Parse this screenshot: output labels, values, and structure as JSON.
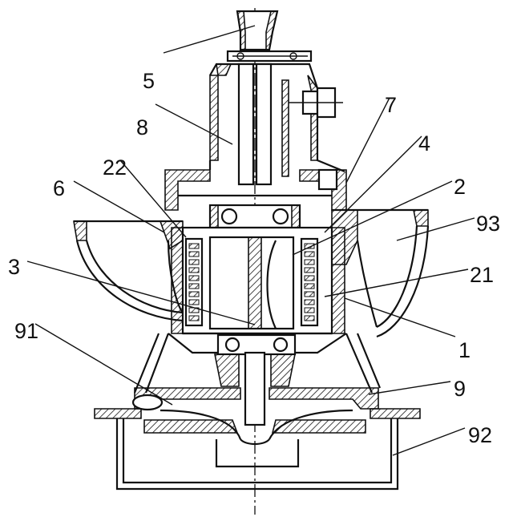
{
  "labels": [
    {
      "text": "5",
      "leader_to": [
        318,
        32
      ]
    },
    {
      "text": "8",
      "leader_to": [
        290,
        180
      ]
    },
    {
      "text": "7",
      "leader_to": [
        432,
        228
      ]
    },
    {
      "text": "4",
      "leader_to": [
        405,
        290
      ]
    },
    {
      "text": "22",
      "leader_to": [
        232,
        296
      ]
    },
    {
      "text": "6",
      "leader_to": [
        205,
        290
      ]
    },
    {
      "text": "2",
      "leader_to": [
        365,
        318
      ]
    },
    {
      "text": "93",
      "leader_to": [
        495,
        300
      ]
    },
    {
      "text": "3",
      "leader_to": [
        318,
        405
      ]
    },
    {
      "text": "21",
      "leader_to": [
        405,
        370
      ]
    },
    {
      "text": "1",
      "leader_to": [
        430,
        372
      ]
    },
    {
      "text": "91",
      "leader_to": [
        215,
        505
      ]
    },
    {
      "text": "9",
      "leader_to": [
        460,
        492
      ]
    },
    {
      "text": "92",
      "leader_to": [
        490,
        568
      ]
    }
  ],
  "colors": {
    "ink": "#111111",
    "paper": "#ffffff"
  }
}
